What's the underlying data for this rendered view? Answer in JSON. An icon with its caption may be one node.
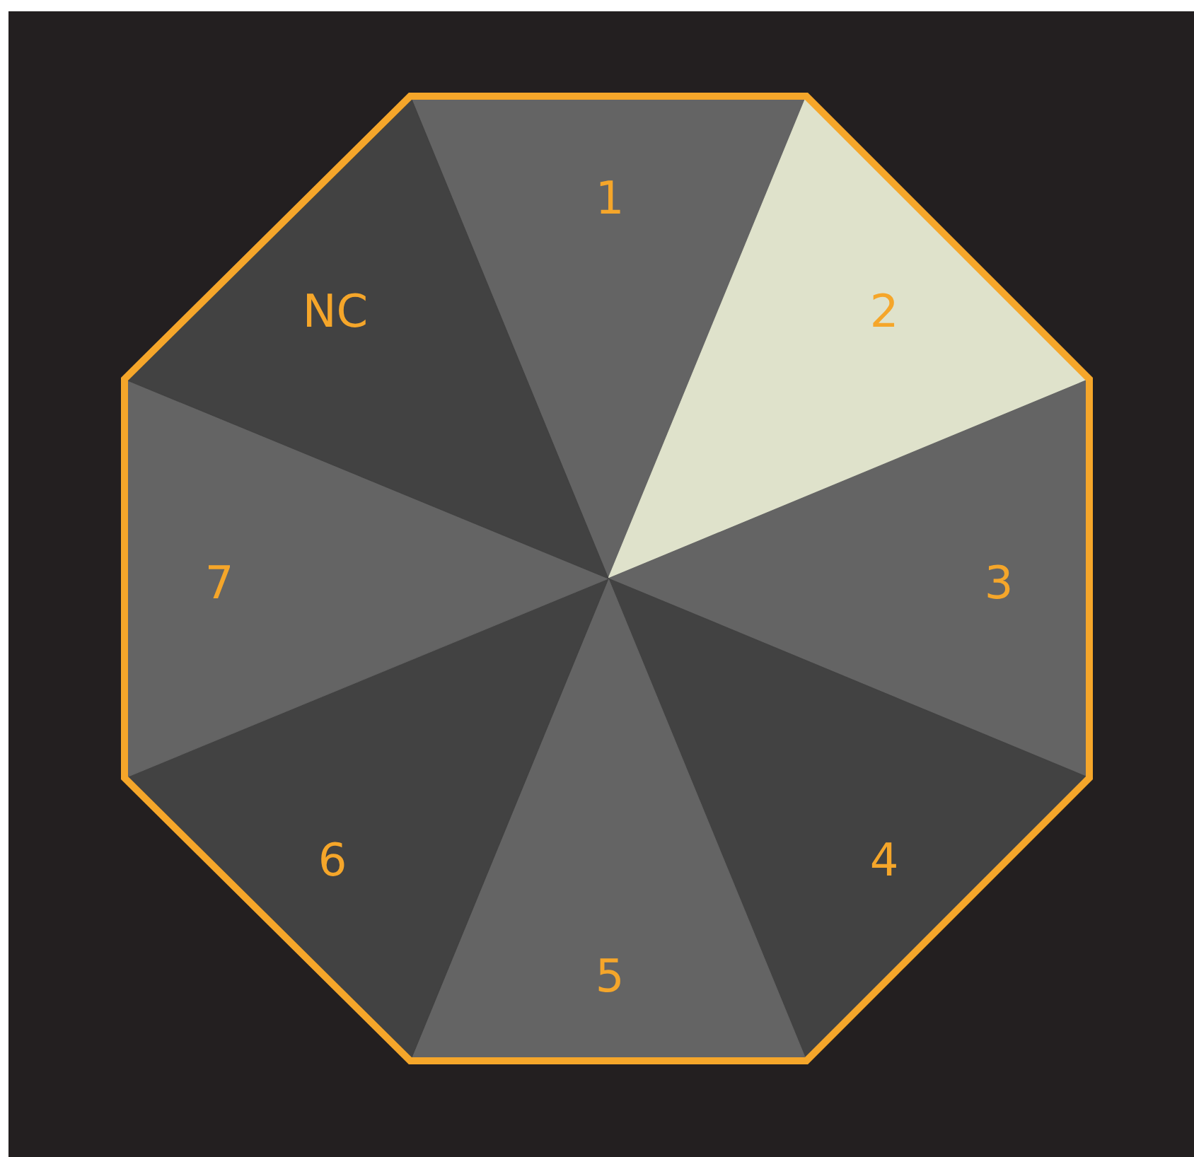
{
  "diagram": {
    "nodes": [
      {
        "text": [
          "1"
        ]
      },
      {
        "text": [
          "2"
        ]
      },
      {
        "text": [
          "3"
        ]
      },
      {
        "text": [
          "4"
        ]
      },
      {
        "text": [
          "5"
        ]
      },
      {
        "text": [
          "6"
        ]
      },
      {
        "text": [
          "7"
        ]
      },
      {
        "text": [
          "NC"
        ]
      }
    ]
  }
}
